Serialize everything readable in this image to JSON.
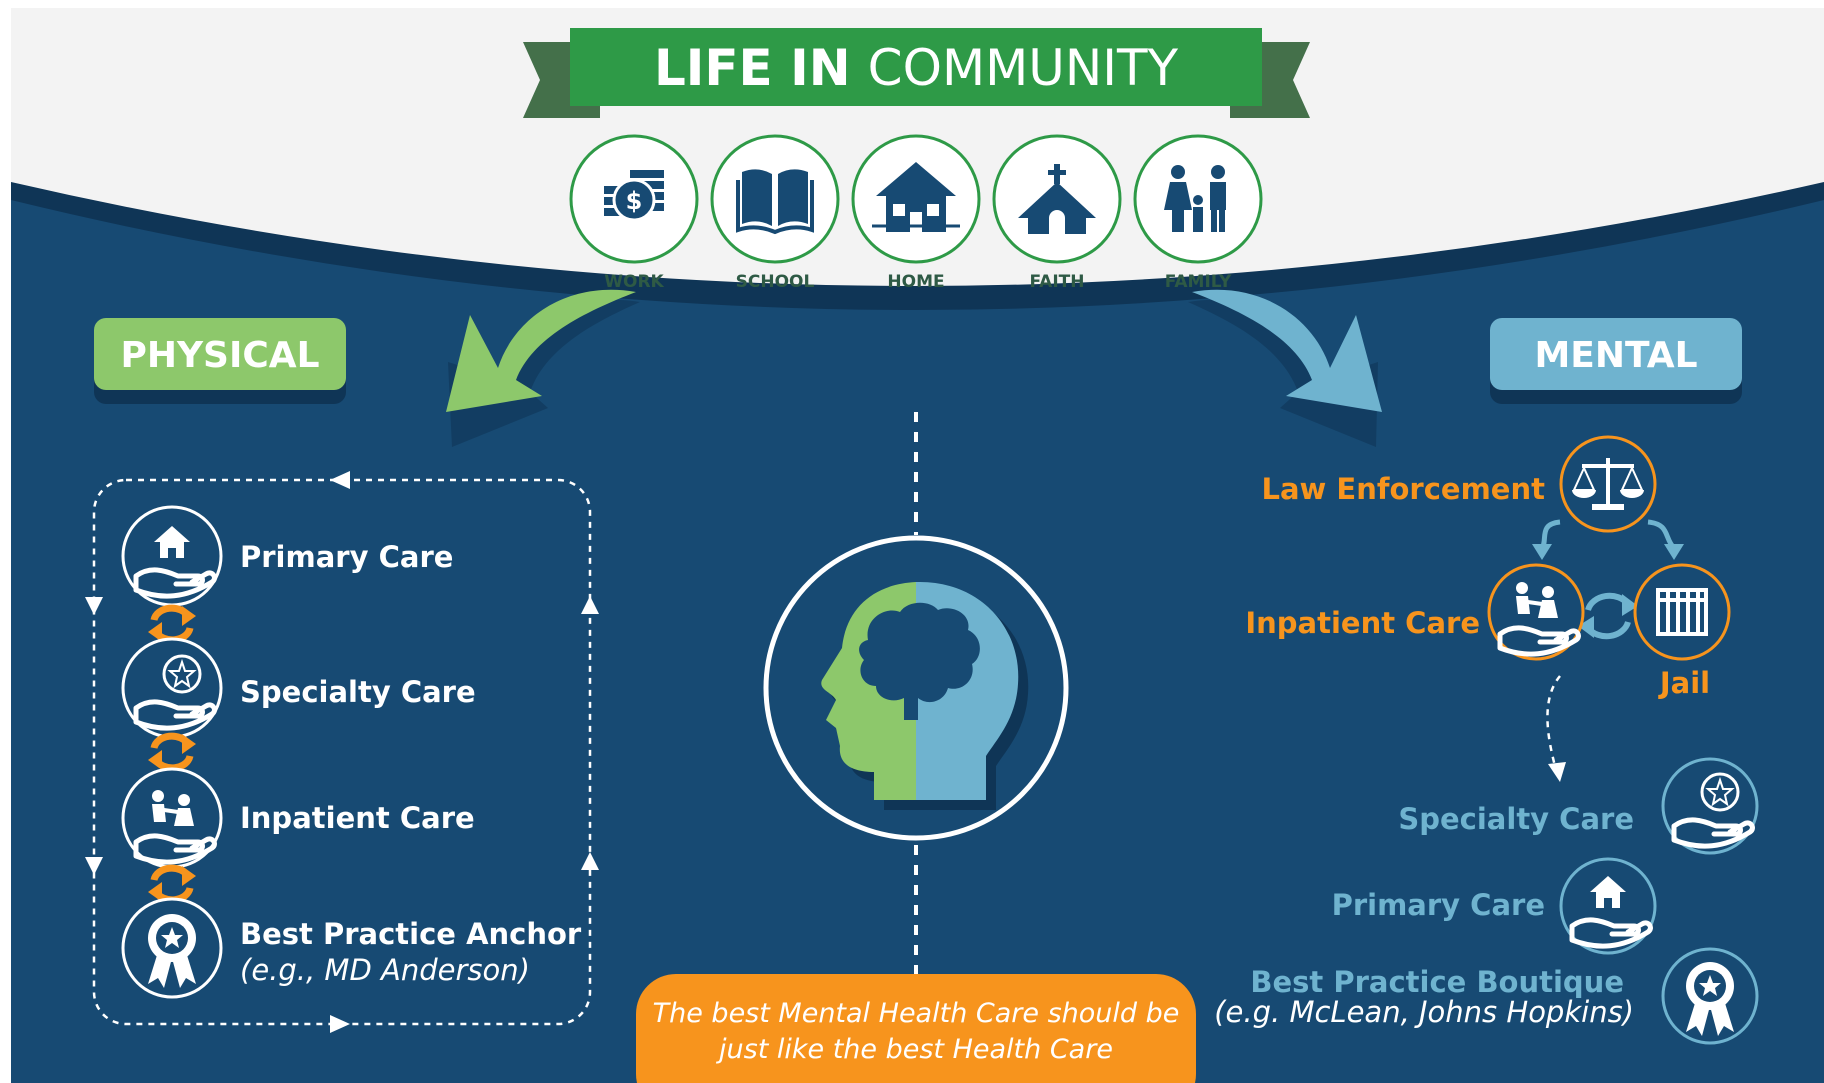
{
  "banner": {
    "title_bold": "LIFE IN",
    "title_light": "COMMUNITY"
  },
  "community": [
    {
      "label": "WORK",
      "icon": "money-icon"
    },
    {
      "label": "SCHOOL",
      "icon": "book-icon"
    },
    {
      "label": "HOME",
      "icon": "house-icon"
    },
    {
      "label": "FAITH",
      "icon": "church-icon"
    },
    {
      "label": "FAMILY",
      "icon": "family-icon"
    }
  ],
  "physical": {
    "title": "PHYSICAL",
    "items": [
      {
        "label": "Primary Care",
        "icon": "hand-house-icon"
      },
      {
        "label": "Specialty Care",
        "icon": "hand-star-icon"
      },
      {
        "label": "Inpatient Care",
        "icon": "hand-caregiver-icon"
      },
      {
        "label": "Best Practice Anchor",
        "sub": "(e.g., MD Anderson)",
        "icon": "award-ribbon-icon"
      }
    ]
  },
  "mental": {
    "title": "MENTAL",
    "cycle": {
      "law": "Law Enforcement",
      "inpatient": "Inpatient Care",
      "jail": "Jail"
    },
    "items": [
      {
        "label": "Specialty Care",
        "icon": "hand-star-icon"
      },
      {
        "label": "Primary Care",
        "icon": "hand-house-icon"
      },
      {
        "label": "Best Practice Boutique",
        "sub": "(e.g. McLean, Johns Hopkins)",
        "icon": "award-ribbon-icon"
      }
    ]
  },
  "center": {
    "icon": "brain-head-icon",
    "quote_line1": "The best Mental Health Care should be",
    "quote_line2": "just like the best Health Care"
  },
  "colors": {
    "navy": "#174a73",
    "green": "#2e9a47",
    "light_green": "#8dc86b",
    "light_blue": "#6fb3cf",
    "orange": "#f7941d"
  }
}
